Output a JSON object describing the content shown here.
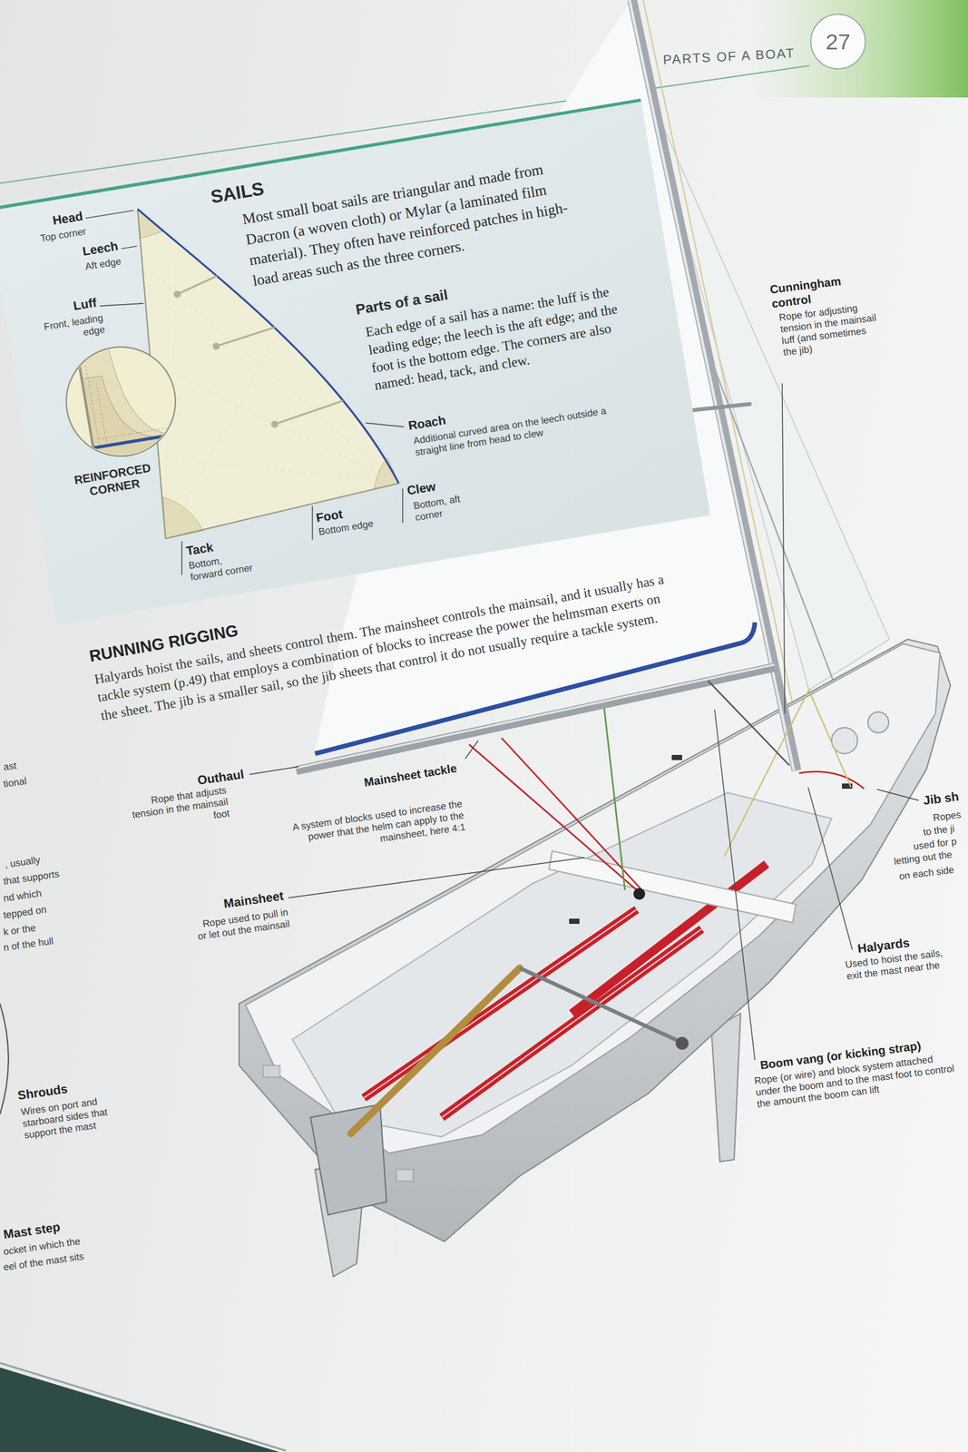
{
  "diagram": {
    "nodes": [
      {
        "text": [
          "SAILS",
          "Most small boat sails are triangular and made from Dacron (a woven cloth) or Mylar (a laminated film material). They often have reinforced patches in high-load areas such as the three corners.",
          "Parts of a sail",
          "Each edge of a sail has a name: the luff is the leading edge; the leech is the aft edge; and the foot is the bottom edge. The corners are also named: head, tack, and clew."
        ]
      },
      {
        "text": [
          "REINFORCED CORNER"
        ],
        "in": 0
      }
    ],
    "labels": [
      "PARTS OF A BOAT",
      "27",
      "Head",
      "Top corner",
      "Leech",
      "Aft edge",
      "Luff",
      "Front, leading edge",
      "Roach",
      "Additional curved area on the leech outside a straight line from head to clew",
      "Clew",
      "Bottom, aft corner",
      "Foot",
      "Bottom edge",
      "Tack",
      "Bottom, forward corner",
      "RUNNING RIGGING",
      "Halyards hoist the sails, and sheets control them. The mainsheet controls the mainsail, and it usually has a tackle system (p.49) that employs a combination of blocks to increase the power the helmsman exerts on the sheet. The jib is a smaller sail, so the jib sheets that control it do not usually require a tackle system.",
      "Cunningham control",
      "Rope for adjusting tension in the mainsail luff (and sometimes the jib)",
      "Outhaul",
      "Rope that adjusts tension in the mainsail foot",
      "Mainsheet tackle",
      "A system of blocks used to increase the power that the helm can apply to the mainsheet, here 4:1",
      "Mainsheet",
      "Rope used to pull in or let out the mainsail",
      "Jib sh",
      "Ropes",
      "to the ji",
      "used for p",
      "letting out the",
      "on each side",
      "Halyards",
      "Used to hoist the sails, exit the mast near the",
      "Boom vang (or kicking strap)",
      "Rope (or wire) and block system attached under the boom and to the mast foot to control the amount the boom can lift",
      "ast",
      "tional",
      ", usually",
      "that supports",
      "nd which",
      "tepped on",
      "k or the",
      "n of the hull",
      "Shrouds",
      "Wires on port and starboard sides that support the mast",
      "Mast step",
      "ocket in which the",
      "eel of the mast sits"
    ]
  }
}
